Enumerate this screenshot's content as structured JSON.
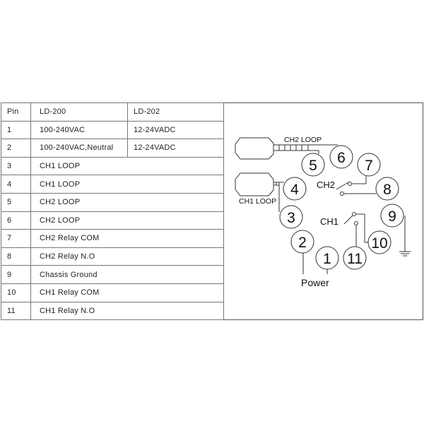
{
  "table": {
    "headers": [
      "Pin",
      "LD-200",
      "LD-202"
    ],
    "rows": [
      {
        "pin": "1",
        "ld200": "100-240VAC",
        "ld202": "12-24VADC"
      },
      {
        "pin": "2",
        "ld200": "100-240VAC,Neutral",
        "ld202": "12-24VADC"
      },
      {
        "pin": "3",
        "desc": "CH1  LOOP"
      },
      {
        "pin": "4",
        "desc": "CH1  LOOP"
      },
      {
        "pin": "5",
        "desc": "CH2  LOOP"
      },
      {
        "pin": "6",
        "desc": "CH2  LOOP"
      },
      {
        "pin": "7",
        "desc": "CH2  Relay COM"
      },
      {
        "pin": "8",
        "desc": "CH2  Relay N.O"
      },
      {
        "pin": "9",
        "desc": "Chassis Ground"
      },
      {
        "pin": "10",
        "desc": "CH1  Relay COM"
      },
      {
        "pin": "11",
        "desc": "CH1  Relay N.O"
      }
    ]
  },
  "diagram": {
    "ch2_loop": "CH2 LOOP",
    "ch1_loop": "CH1 LOOP",
    "ch2": "CH2",
    "ch1": "CH1",
    "power": "Power",
    "pins": [
      "1",
      "2",
      "3",
      "4",
      "5",
      "6",
      "7",
      "8",
      "9",
      "10",
      "11"
    ]
  }
}
